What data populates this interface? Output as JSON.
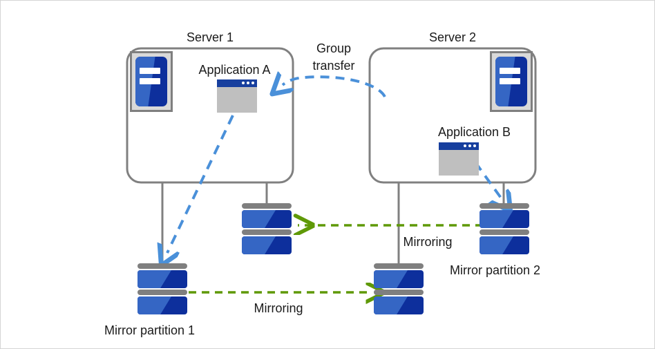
{
  "diagram": {
    "title_colors": {
      "text": "#1a1a1a",
      "container_outline": "#808080",
      "connector_line": "#808080",
      "blue_arrow": "#4a90d9",
      "green_arrow": "#5f9907",
      "disk_dark_blue": "#0d2f9c",
      "disk_light_blue": "#3566c4",
      "icon_frame_gray": "#7f7f7f",
      "icon_fill_gray": "#d9d9d9",
      "window_body_gray": "#bfbfbf",
      "window_titlebar_blue": "#173f9e",
      "page_border": "#d4d4d4"
    },
    "servers": [
      {
        "id": "server-1",
        "label": "Server 1"
      },
      {
        "id": "server-2",
        "label": "Server 2"
      }
    ],
    "applications": [
      {
        "id": "application-a",
        "label": "Application  A"
      },
      {
        "id": "application-b",
        "label": "Application  B"
      }
    ],
    "partitions": [
      {
        "id": "mirror-partition-1",
        "label": "Mirror partition 1"
      },
      {
        "id": "mirror-partition-2",
        "label": "Mirror partition 2"
      }
    ],
    "flows": [
      {
        "id": "group-transfer",
        "label_line1": "Group",
        "label_line2": "transfer",
        "color": "#4a90d9",
        "style": "dashed-curved-arrow"
      },
      {
        "id": "mirroring-upper",
        "label": "Mirroring",
        "color": "#5f9907",
        "style": "dashed-arrow",
        "direction": "right-to-left"
      },
      {
        "id": "mirroring-lower",
        "label": "Mirroring",
        "color": "#5f9907",
        "style": "dashed-arrow",
        "direction": "left-to-right"
      }
    ],
    "icon_names": {
      "server_rack": "server-rack-icon",
      "application_window": "application-window-icon",
      "disk": "disk-partition-icon"
    }
  }
}
